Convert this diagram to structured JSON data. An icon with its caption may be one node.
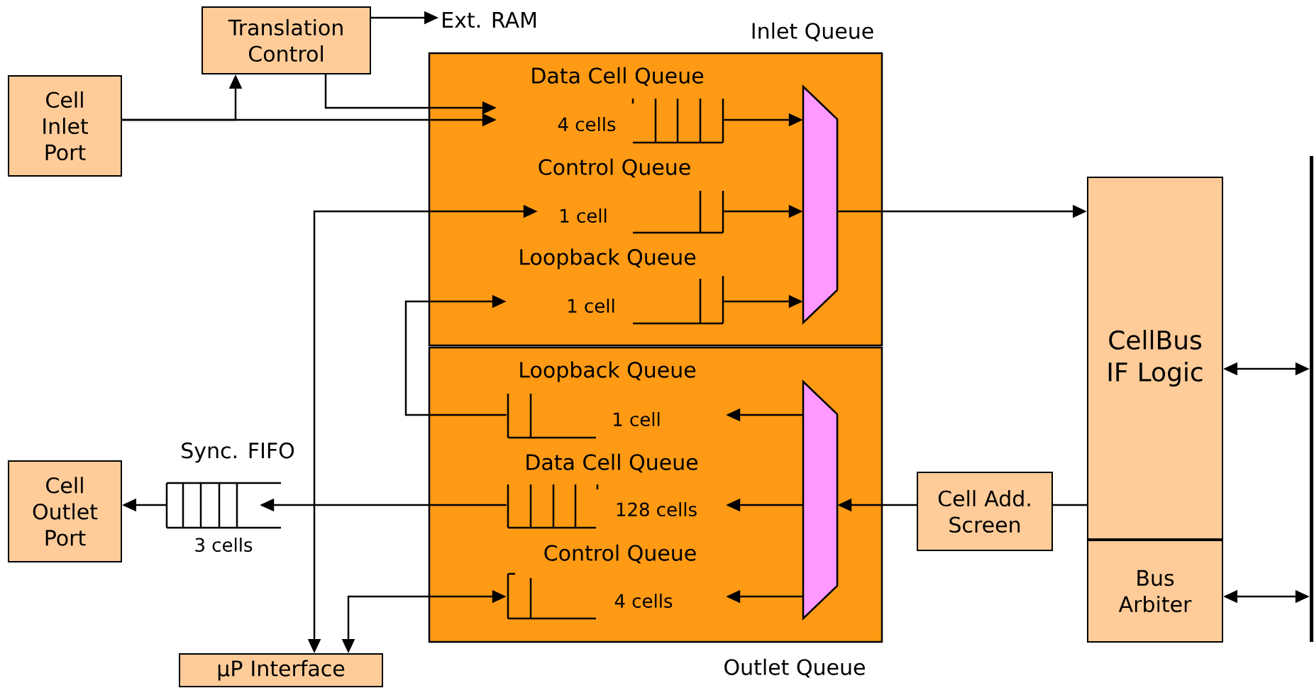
{
  "diagram": {
    "nodes": [
      {
        "text": [
          "Translation Control"
        ]
      },
      {
        "text": [
          "Ext. RAM"
        ]
      },
      {
        "text": [
          "Inlet Queue"
        ]
      },
      {
        "text": [
          "Data Cell Queue",
          "4 cells"
        ],
        "in": 2
      },
      {
        "text": [
          "Control Queue",
          "1 cell"
        ],
        "in": 2
      },
      {
        "text": [
          "Loopback Queue",
          "1 cell"
        ],
        "in": 2
      },
      {
        "text": [],
        "shape": "trapezoid",
        "in": 2
      },
      {
        "text": [
          "Cell Inlet Port"
        ]
      },
      {
        "text": [
          "CellBus IF Logic"
        ]
      },
      {
        "text": [],
        "shape": "bar"
      },
      {
        "text": [
          "Outlet Queue"
        ]
      },
      {
        "text": [
          "Loopback Queue",
          "1 cell"
        ],
        "in": 10
      },
      {
        "text": [
          "Data Cell Queue",
          "128 cells"
        ],
        "in": 10
      },
      {
        "text": [
          "Control Queue",
          "4 cells"
        ],
        "in": 10
      },
      {
        "text": [],
        "shape": "trapezoid",
        "in": 10
      },
      {
        "text": [
          "Sync. FIFO",
          "3 cells"
        ]
      },
      {
        "text": [
          "Cell Outlet Port"
        ]
      },
      {
        "text": [
          "Cell Add. Screen"
        ]
      },
      {
        "text": [
          "Bus Arbiter"
        ]
      },
      {
        "text": [
          "µP Interface"
        ]
      }
    ],
    "edges": [
      {
        "from": 7,
        "to": 3,
        "arrow": "to"
      },
      {
        "from": 7,
        "to": 0,
        "arrow": "to"
      },
      {
        "from": 0,
        "to": 3,
        "arrow": "to"
      },
      {
        "from": 0,
        "to": 1,
        "arrow": "to"
      },
      {
        "from": 19,
        "to": 4,
        "arrow": "both"
      },
      {
        "from": 11,
        "to": 5,
        "arrow": "to"
      },
      {
        "from": 3,
        "to": 6,
        "arrow": "to"
      },
      {
        "from": 4,
        "to": 6,
        "arrow": "to"
      },
      {
        "from": 5,
        "to": 6,
        "arrow": "to"
      },
      {
        "from": 6,
        "to": 8,
        "arrow": "to"
      },
      {
        "from": 8,
        "to": 9,
        "arrow": "both"
      },
      {
        "from": 18,
        "to": 9,
        "arrow": "both"
      },
      {
        "from": 8,
        "to": 17,
        "arrow": "none"
      },
      {
        "from": 17,
        "to": 14,
        "arrow": "to"
      },
      {
        "from": 14,
        "to": 11,
        "arrow": "to"
      },
      {
        "from": 14,
        "to": 12,
        "arrow": "to"
      },
      {
        "from": 14,
        "to": 13,
        "arrow": "to"
      },
      {
        "from": 12,
        "to": 15,
        "arrow": "to"
      },
      {
        "from": 15,
        "to": 16,
        "arrow": "to"
      },
      {
        "from": 19,
        "to": 13,
        "arrow": "both"
      }
    ]
  }
}
